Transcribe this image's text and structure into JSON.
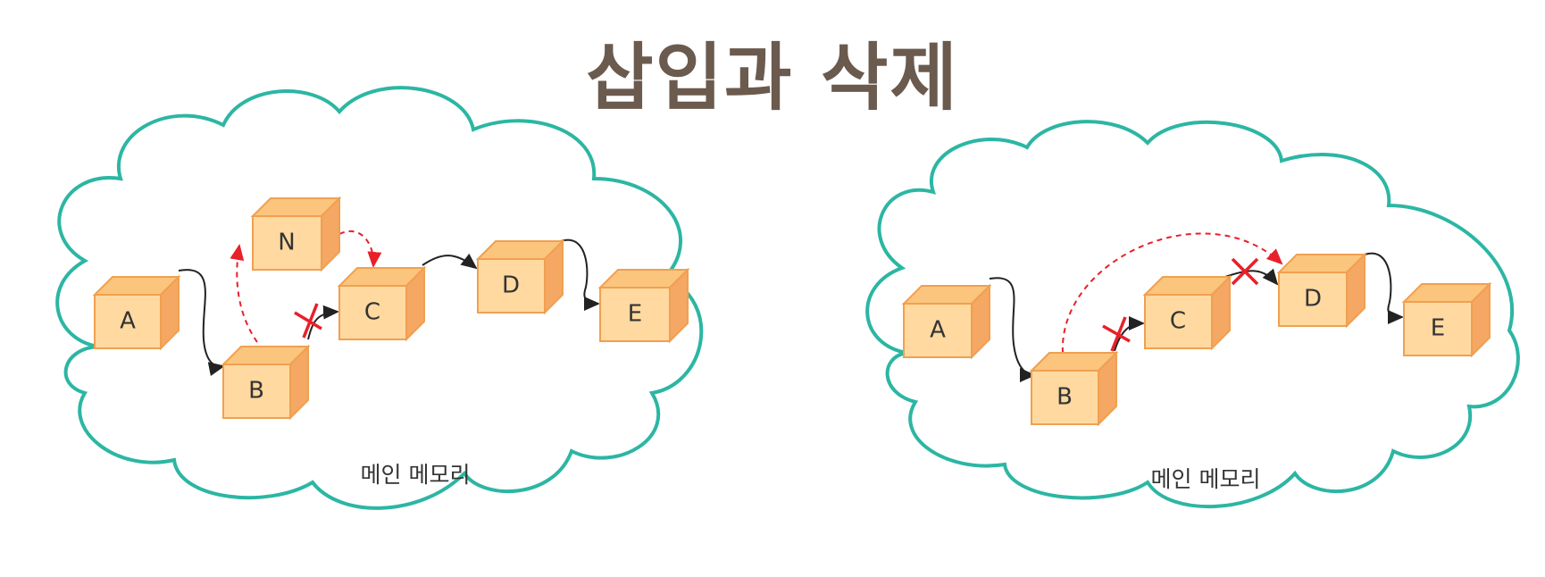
{
  "title": "삽입과 삭제",
  "colors": {
    "title": "#6b5a4e",
    "cloud": "#2cb6a3",
    "box_front": "#ffd9a0",
    "box_side": "#f5a764",
    "removed_link": "#e8202a"
  },
  "left_diagram": {
    "memory_label": "메인 메모리",
    "nodes": {
      "a": "A",
      "b": "B",
      "c": "C",
      "d": "D",
      "e": "E",
      "n": "N"
    }
  },
  "right_diagram": {
    "memory_label": "메인 메모리",
    "nodes": {
      "a": "A",
      "b": "B",
      "c": "C",
      "d": "D",
      "e": "E"
    }
  }
}
